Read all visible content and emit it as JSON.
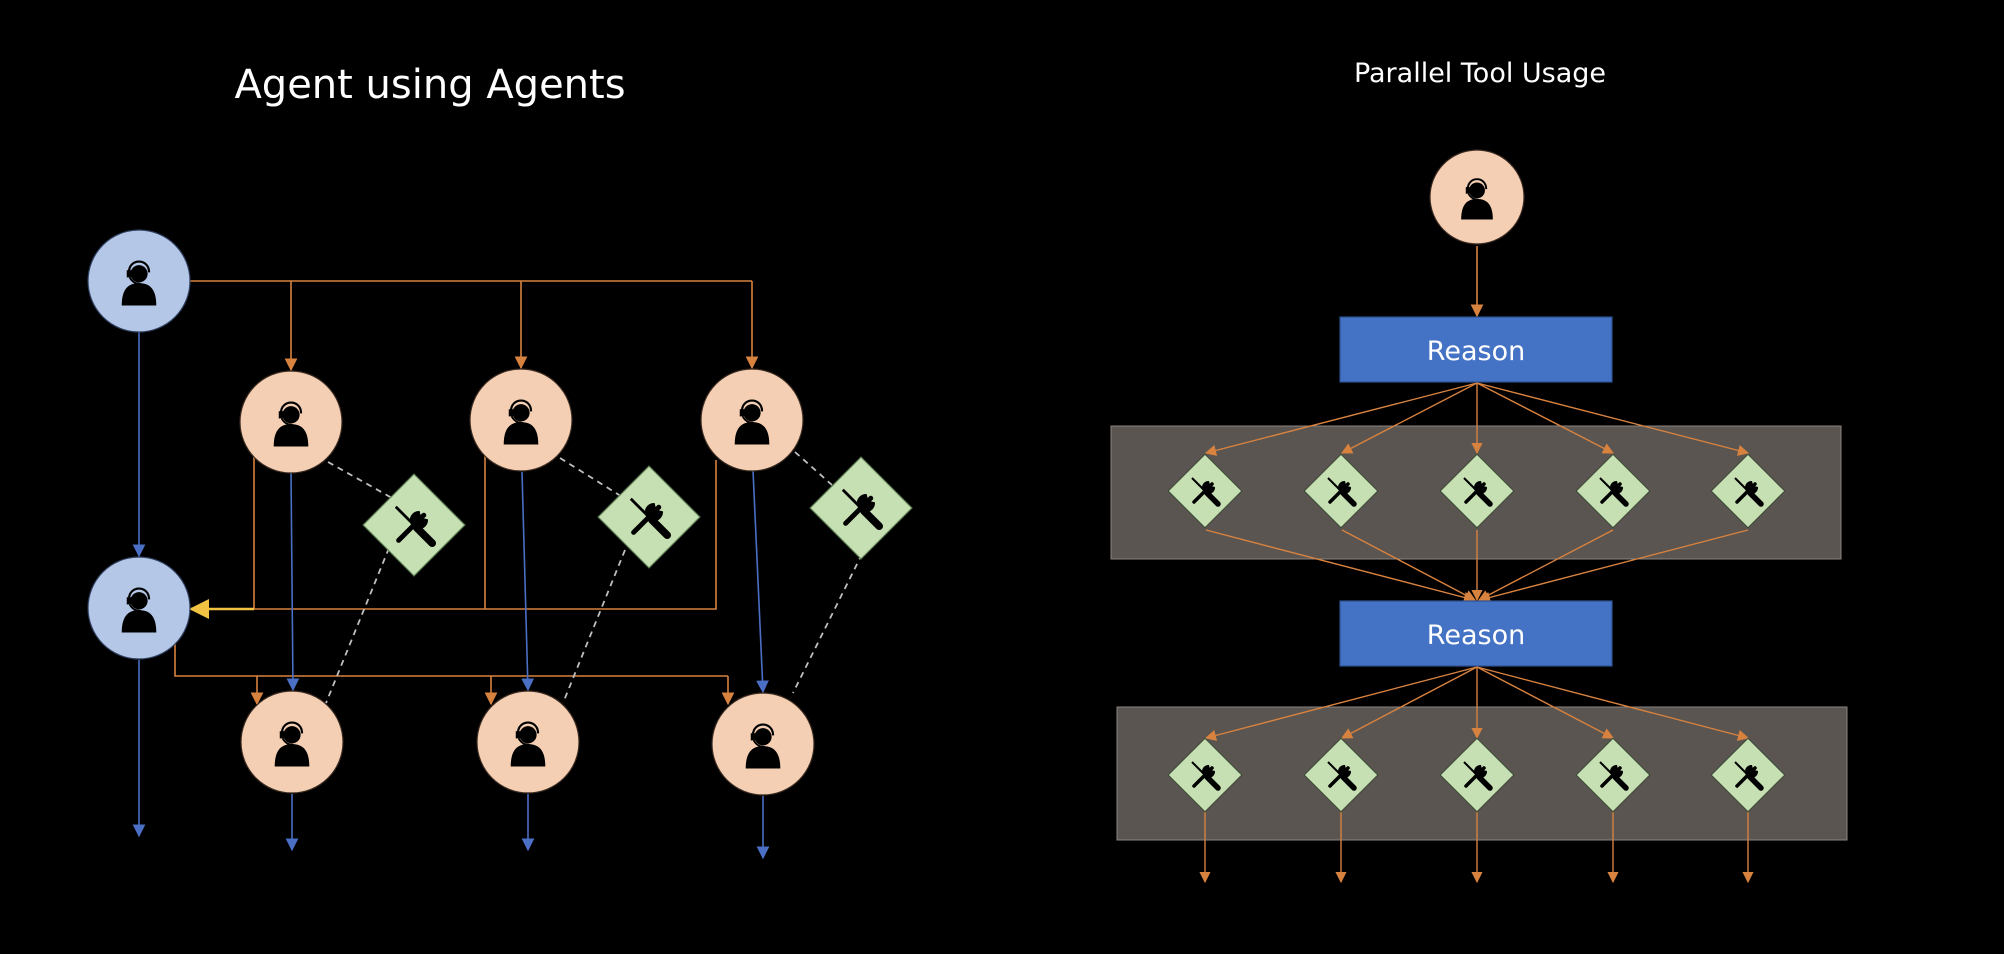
{
  "left": {
    "title": "Agent using Agents"
  },
  "right": {
    "title": "Parallel Tool Usage",
    "reason_label": "Reason"
  },
  "colors": {
    "orchestrator": "#b4c7e7",
    "agent": "#f4cfb4",
    "tool": "#c6e0b4",
    "reason_box": "#4472c4",
    "tool_panel": "#5a5550",
    "orange_arrow": "#d8823f",
    "blue_arrow": "#4a6fc4",
    "yellow_arrow": "#f2c343",
    "dashed_link": "#bfbfbf"
  },
  "icons": {
    "agent": "headset-person-icon",
    "tool": "screwdriver-wrench-icon"
  }
}
